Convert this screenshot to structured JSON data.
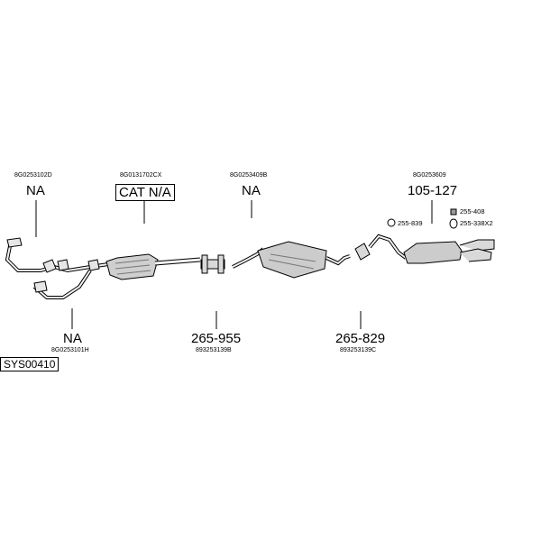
{
  "top_parts": [
    {
      "oem": "8G0253102D",
      "code": "NA"
    },
    {
      "oem": "8G0131702CX",
      "code": "CAT N/A"
    },
    {
      "oem": "8G0253409B",
      "code": "NA"
    },
    {
      "oem": "8G0253609",
      "code": "105-127"
    }
  ],
  "bottom_parts": [
    {
      "oem": "8G0253101H",
      "code": "NA"
    },
    {
      "oem": "893253139B",
      "code": "265-955"
    },
    {
      "oem": "893253139C",
      "code": "265-829"
    }
  ],
  "accessories": [
    {
      "code": "255-839"
    },
    {
      "code": "255-408"
    },
    {
      "code": "255-338X2"
    }
  ],
  "system_id": "SYS00410"
}
